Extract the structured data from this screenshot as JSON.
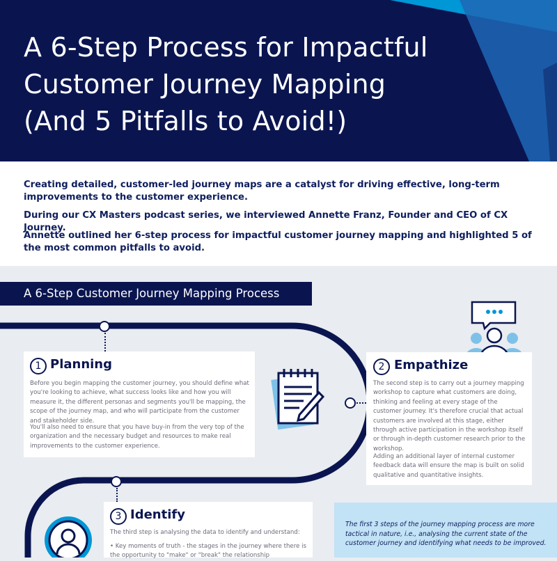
{
  "hero": {
    "title_lines": [
      "A 6-Step Process for Impactful",
      "Customer Journey Mapping",
      "(And 5 Pitfalls to Avoid!)"
    ]
  },
  "intro": {
    "p1": "Creating detailed, customer-led journey maps are a catalyst for driving effective, long-term improvements to the customer experience.",
    "p2": "During our CX Masters podcast series, we interviewed Annette Franz, Founder and CEO of CX Journey.",
    "p3": "Annette outlined her 6-step process for impactful customer journey mapping and highlighted 5 of the most common pitfalls to avoid."
  },
  "section": {
    "title": "A 6-Step Customer Journey Mapping Process"
  },
  "steps": [
    {
      "number": "1",
      "title": "Planning",
      "paragraphs": [
        "Before you begin mapping the customer journey, you should define what you're looking to achieve, what success looks like and how you will measure it, the different personas and segments you'll be mapping, the scope of the journey map, and who will participate from the customer and stakeholder side.",
        "You'll also need to ensure that you have buy-in from the very top of the organization and the necessary budget and resources to make real improvements to the customer experience."
      ]
    },
    {
      "number": "2",
      "title": "Empathize",
      "paragraphs": [
        "The second step is to carry out a journey mapping workshop to capture what customers are doing, thinking and feeling at every stage of the customer journey. It's therefore crucial that actual customers are involved at this stage, either through active participation in the workshop itself or through in-depth customer research prior to the workshop.",
        "Adding an additional layer of internal customer feedback data will ensure the map is built on solid qualitative and quantitative insights."
      ]
    },
    {
      "number": "3",
      "title": "Identify",
      "paragraphs": [
        "The third step is analysing the data to identify and understand:",
        "• Key moments of truth - the stages in the journey where there is the opportunity to \"make\" or \"break\" the relationship"
      ]
    }
  ],
  "tip": {
    "text": "The first 3 steps of the journey mapping process are more tactical in nature, i.e., analysing the current state of the customer journey and identifying what needs to be improved."
  },
  "colors": {
    "navy": "#0a1550",
    "cyan": "#0097d6",
    "light_blue": "#c2e2f6",
    "mid_blue": "#7ec1e8"
  },
  "icons": [
    "notepad-pencil-icon",
    "speech-bubble-icon",
    "people-group-icon",
    "person-magnify-icon"
  ]
}
